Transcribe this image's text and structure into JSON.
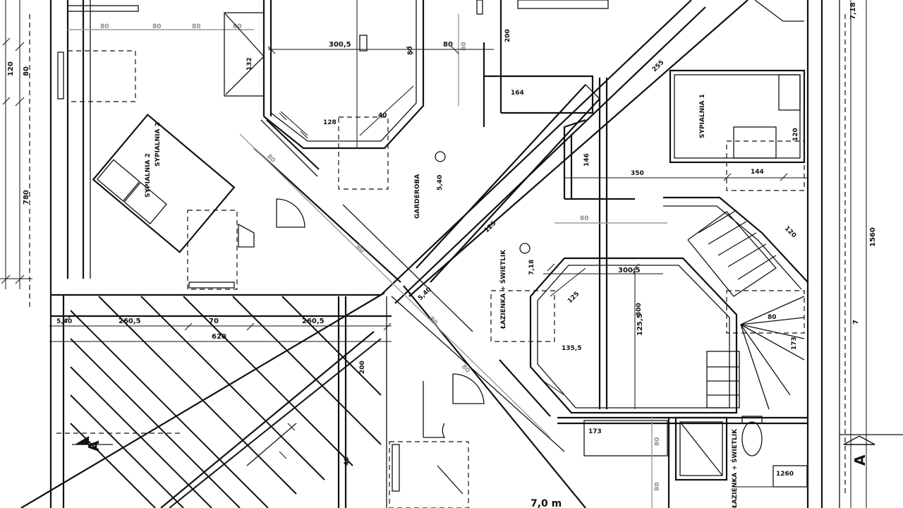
{
  "drawing": {
    "dimensions": {
      "d1": "300,5",
      "d2": "80",
      "d3": "80",
      "d4": "164",
      "d5": "128",
      "d6": "200",
      "d7": "144",
      "d8": "350",
      "d9": "300,5",
      "d10": "260,5",
      "d11": "70",
      "d12": "260,5",
      "d13": "620",
      "d14": "125",
      "d15": "300",
      "d16": "125,5",
      "d17": "173",
      "d18": "200",
      "d19": "146",
      "d20": "135,5",
      "d21": "125",
      "d22": "80",
      "d23": "80",
      "d24": "80",
      "d25": "80",
      "d26": "80",
      "d27": "80",
      "d28": "255",
      "d29": "780",
      "d30": "1560",
      "d31": "7",
      "d32": "120",
      "d33": "80",
      "d34": "120",
      "d35": "200",
      "d36": "132",
      "d37": "80",
      "d38": "40",
      "d39": "1260",
      "d40": "5,40",
      "d41": "7,18"
    },
    "labels": {
      "room1": "SYPIALNIA 2",
      "room2": "SYPIALNIA 1",
      "room3": "GARDEROBA",
      "room4": "ŁAZIENKA + ŚWIETLIK",
      "room5": "ŁAZIENKA + ŚWIETLIK",
      "room6": "7,0 m"
    },
    "section_marks": {
      "left": "A",
      "right": "A"
    }
  }
}
